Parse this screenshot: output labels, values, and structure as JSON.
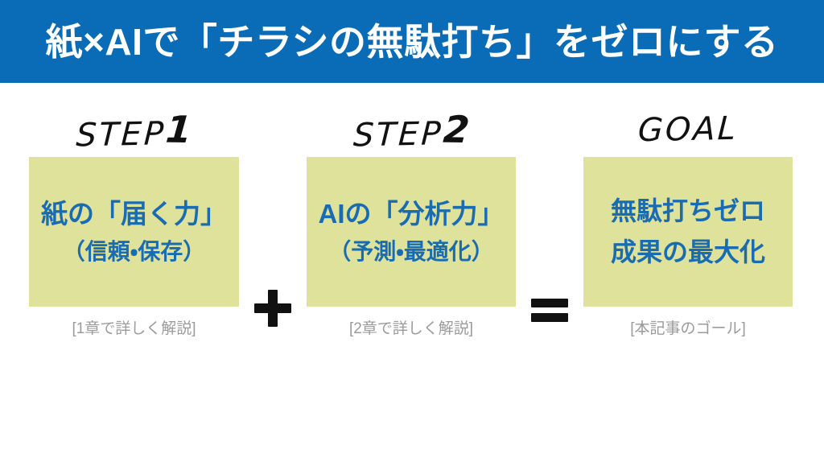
{
  "banner": {
    "title": "紙×AIで「チラシの無駄打ち」をゼロにする",
    "background_color": "#0a6cb6",
    "text_color": "#ffffff"
  },
  "theme": {
    "box_fill": "#dfe29a",
    "box_text_color": "#1a6cb2",
    "caption_color": "#9b9b9b",
    "operator_color": "#111111",
    "page_background": "#ffffff"
  },
  "steps": [
    {
      "label": "STEP",
      "label_number": "1",
      "lines": [
        "紙の「届く力」",
        "（信頼・保存）"
      ],
      "caption": "[1章で詳しく解説]"
    },
    {
      "label": "STEP",
      "label_number": "2",
      "lines": [
        "AIの「分析力」",
        "（予測・最適化）"
      ],
      "caption": "[2章で詳しく解説]"
    },
    {
      "label": "GOAL",
      "label_number": "",
      "lines": [
        "無駄打ちゼロ",
        "成果の最大化"
      ],
      "caption": "[本記事のゴール]"
    }
  ],
  "operators": {
    "plus": "+",
    "equals": "="
  }
}
